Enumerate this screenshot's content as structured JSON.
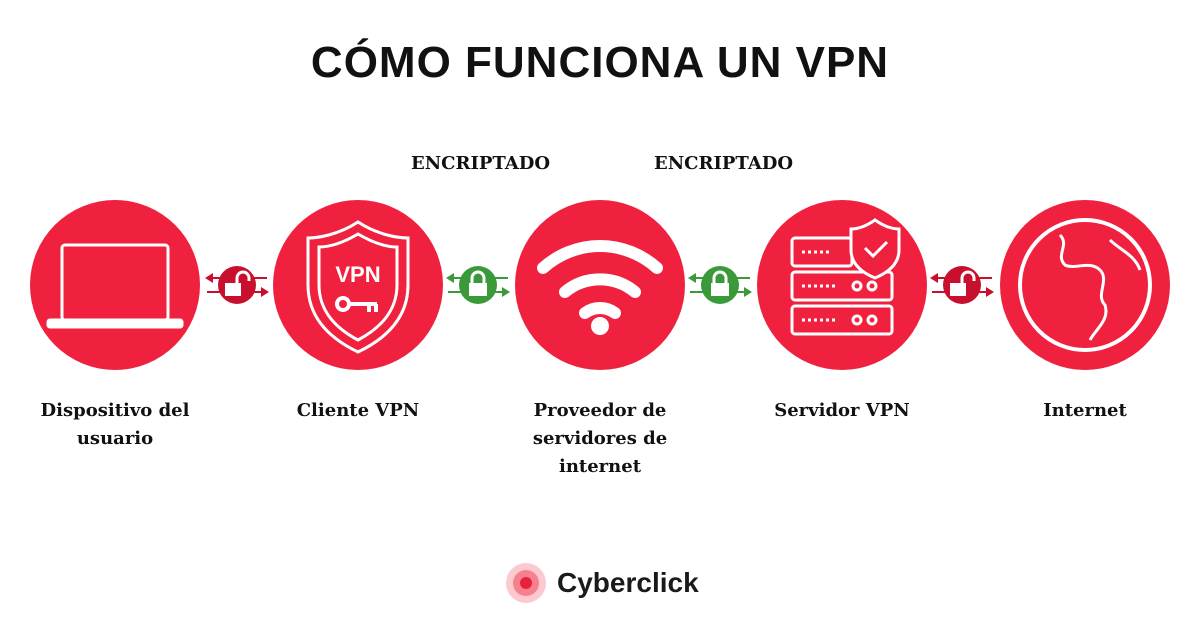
{
  "title": "CÓMO FUNCIONA UN VPN",
  "encrypted_label": "ENCRIPTADO",
  "nodes": [
    {
      "label": "Dispositivo del usuario",
      "icon": "laptop-icon"
    },
    {
      "label": "Cliente VPN",
      "icon": "vpn-shield-key-icon",
      "icon_text": "VPN"
    },
    {
      "label": "Proveedor de servidores de internet",
      "icon": "wifi-icon"
    },
    {
      "label": "Servidor VPN",
      "icon": "server-shield-icon"
    },
    {
      "label": "Internet",
      "icon": "globe-icon"
    }
  ],
  "links": [
    {
      "state": "unlocked",
      "color": "#c8102e"
    },
    {
      "state": "locked",
      "color": "#3a9a3a"
    },
    {
      "state": "locked",
      "color": "#3a9a3a"
    },
    {
      "state": "unlocked",
      "color": "#c8102e"
    }
  ],
  "brand": {
    "name": "Cyberclick"
  },
  "colors": {
    "node": "#f0213f"
  }
}
